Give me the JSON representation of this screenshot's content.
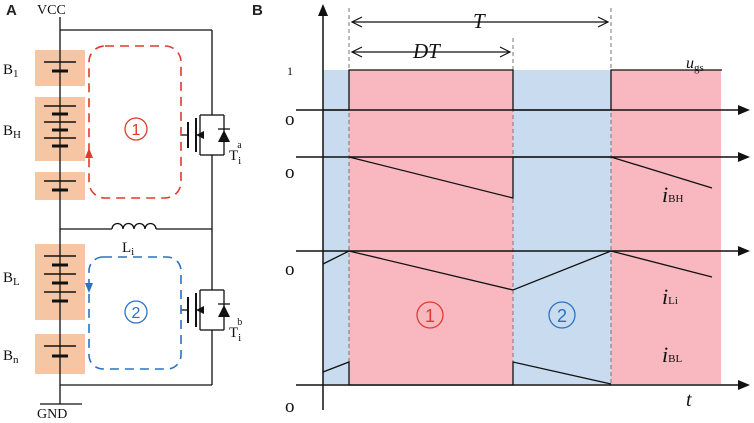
{
  "panel_a": {
    "label": "A",
    "vcc": "VCC",
    "gnd": "GND",
    "b1": {
      "main": "B",
      "sub": "1"
    },
    "bh": {
      "main": "B",
      "sub": "H"
    },
    "bl": {
      "main": "B",
      "sub": "L"
    },
    "bn": {
      "main": "B",
      "sub": "n"
    },
    "inductor": {
      "main": "L",
      "sub": "i"
    },
    "switch_a": {
      "main": "T",
      "sub": "i",
      "sup": "a"
    },
    "switch_b": {
      "main": "T",
      "sub": "i",
      "sup": "b"
    },
    "loop1": "①",
    "loop2": "②"
  },
  "panel_b": {
    "label": "B",
    "period": "T",
    "duty": "DT",
    "one": "1",
    "zero": "o",
    "t_axis": "t",
    "ugs": {
      "main": "u",
      "sub": "gs"
    },
    "ibh": {
      "main": "i",
      "sub": "BH"
    },
    "ili": {
      "main": "i",
      "sub": "Li"
    },
    "ibl": {
      "main": "i",
      "sub": "BL"
    },
    "region1": "①",
    "region2": "②"
  },
  "colors": {
    "battery_fill": "#f6c6a4",
    "loop1": "#e03a2a",
    "loop2": "#2a72c0",
    "region_pink": "#f9b8bf",
    "region_blue": "#c8dbef"
  }
}
